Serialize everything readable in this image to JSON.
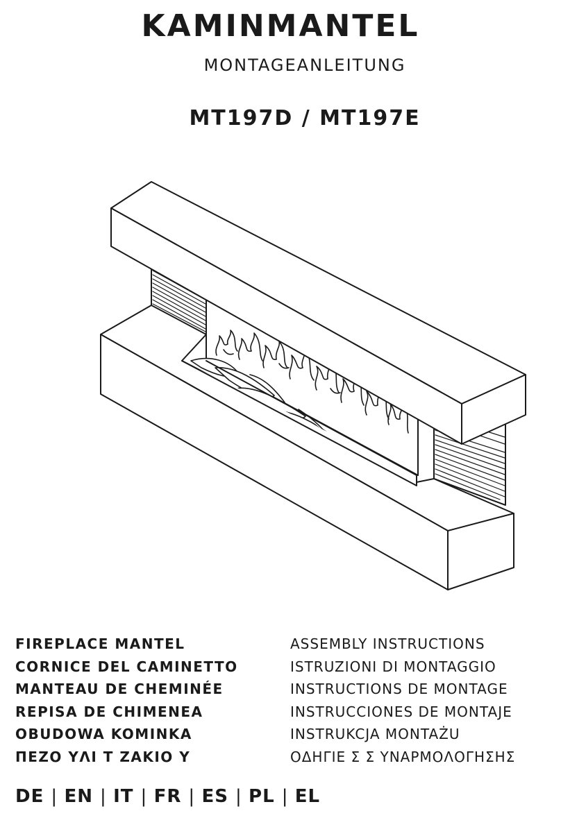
{
  "header": {
    "title": "KAMINMANTEL",
    "subtitle": "MONTAGEANLEITUNG",
    "models": "MT197D / MT197E"
  },
  "illustration": {
    "icon": "fireplace-mantel-line-drawing"
  },
  "languages": [
    {
      "name": "FIREPLACE MANTEL",
      "instructions": "ASSEMBLY INSTRUCTIONS"
    },
    {
      "name": "CORNICE DEL CAMINETTO",
      "instructions": "ISTRUZIONI DI MONTAGGIO"
    },
    {
      "name": "MANTEAU DE CHEMINÉE",
      "instructions": "INSTRUCTIONS DE MONTAGE"
    },
    {
      "name": "REPISA DE CHIMENEA",
      "instructions": "INSTRUCCIONES DE MONTAJE"
    },
    {
      "name": "OBUDOWA KOMINKA",
      "instructions": "INSTRUKCJA MONTAŻU"
    },
    {
      "name": "ΠΕΖΟ ΥΛΙ Τ ΖΑΚΙΟ Υ",
      "instructions": "ΟΔΗΓΙΕ Σ Σ ΥΝΑΡΜΟΛΟΓΗΣΗΣ"
    }
  ],
  "language_codes": [
    "DE",
    "EN",
    "IT",
    "FR",
    "ES",
    "PL",
    "EL"
  ]
}
